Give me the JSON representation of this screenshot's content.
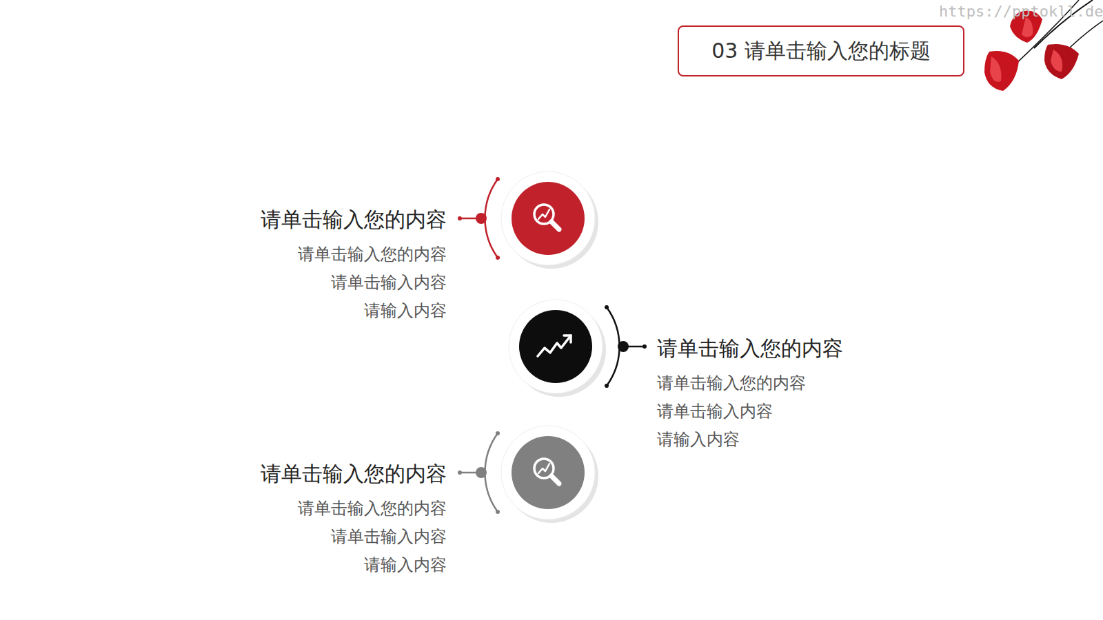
{
  "diagram": {
    "title": "03 请单击输入您的标题",
    "nodes": [
      {
        "text": [
          "请单击输入您的内容",
          "请单击输入您的内容",
          "请单击输入内容",
          "请输入内容"
        ]
      },
      {
        "text": [
          "请单击输入您的内容",
          "请单击输入您的内容",
          "请单击输入内容",
          "请输入内容"
        ]
      },
      {
        "text": [
          "请单击输入您的内容",
          "请单击输入您的内容",
          "请单击输入内容",
          "请输入内容"
        ]
      }
    ],
    "labels": [
      "https://pptokll.de"
    ]
  }
}
